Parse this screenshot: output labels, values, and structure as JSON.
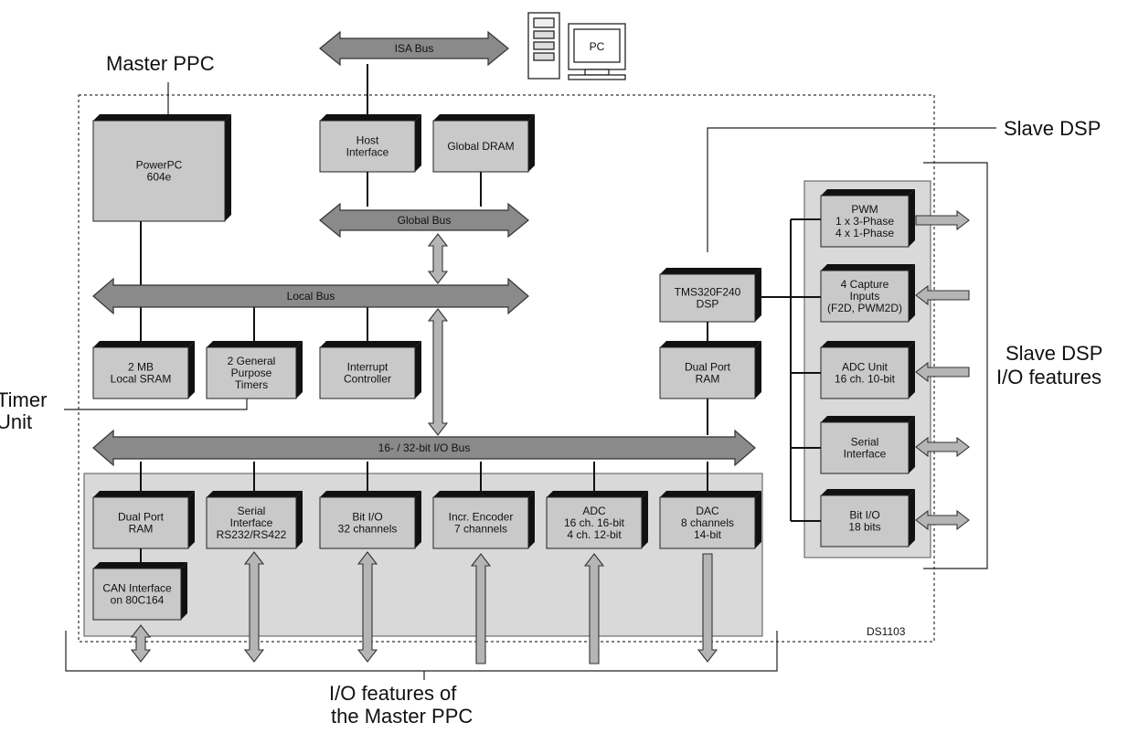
{
  "title": "Master PPC",
  "board_label": "DS1103",
  "slave_dsp_label": "Slave DSP",
  "slave_io_label": [
    "Slave DSP",
    "I/O features"
  ],
  "master_io_label": [
    "I/O features of",
    "the Master PPC"
  ],
  "timer_unit_label": [
    "Timer",
    "Unit"
  ],
  "pc_label": "PC",
  "buses": {
    "isa": "ISA Bus",
    "global": "Global Bus",
    "local": "Local Bus",
    "io": "16- / 32-bit I/O Bus"
  },
  "blocks": {
    "powerpc": [
      "PowerPC",
      "604e"
    ],
    "host_interface": [
      "Host",
      "Interface"
    ],
    "global_dram": [
      "Global DRAM"
    ],
    "local_sram": [
      "2 MB",
      "Local SRAM"
    ],
    "timers": [
      "2 General",
      "Purpose",
      "Timers"
    ],
    "interrupt_controller": [
      "Interrupt",
      "Controller"
    ],
    "tms_dsp": [
      "TMS320F240",
      "DSP"
    ],
    "dsp_dual_port_ram": [
      "Dual Port",
      "RAM"
    ],
    "io_dual_port_ram": [
      "Dual Port",
      "RAM"
    ],
    "serial_interface": [
      "Serial",
      "Interface",
      "RS232/RS422"
    ],
    "bit_io": [
      "Bit I/O",
      "32 channels"
    ],
    "incr_encoder": [
      "Incr. Encoder",
      "7 channels"
    ],
    "adc": [
      "ADC",
      "16 ch. 16-bit",
      "4 ch. 12-bit"
    ],
    "dac": [
      "DAC",
      "8 channels",
      "14-bit"
    ],
    "can_interface": [
      "CAN Interface",
      "on 80C164"
    ],
    "pwm": [
      "PWM",
      "1 x 3-Phase",
      "4 x 1-Phase"
    ],
    "capture": [
      "4 Capture",
      "Inputs",
      "(F2D, PWM2D)"
    ],
    "slave_adc": [
      "ADC Unit",
      "16 ch. 10-bit"
    ],
    "slave_serial": [
      "Serial",
      "Interface"
    ],
    "slave_bit_io": [
      "Bit  I/O",
      "18 bits"
    ]
  }
}
